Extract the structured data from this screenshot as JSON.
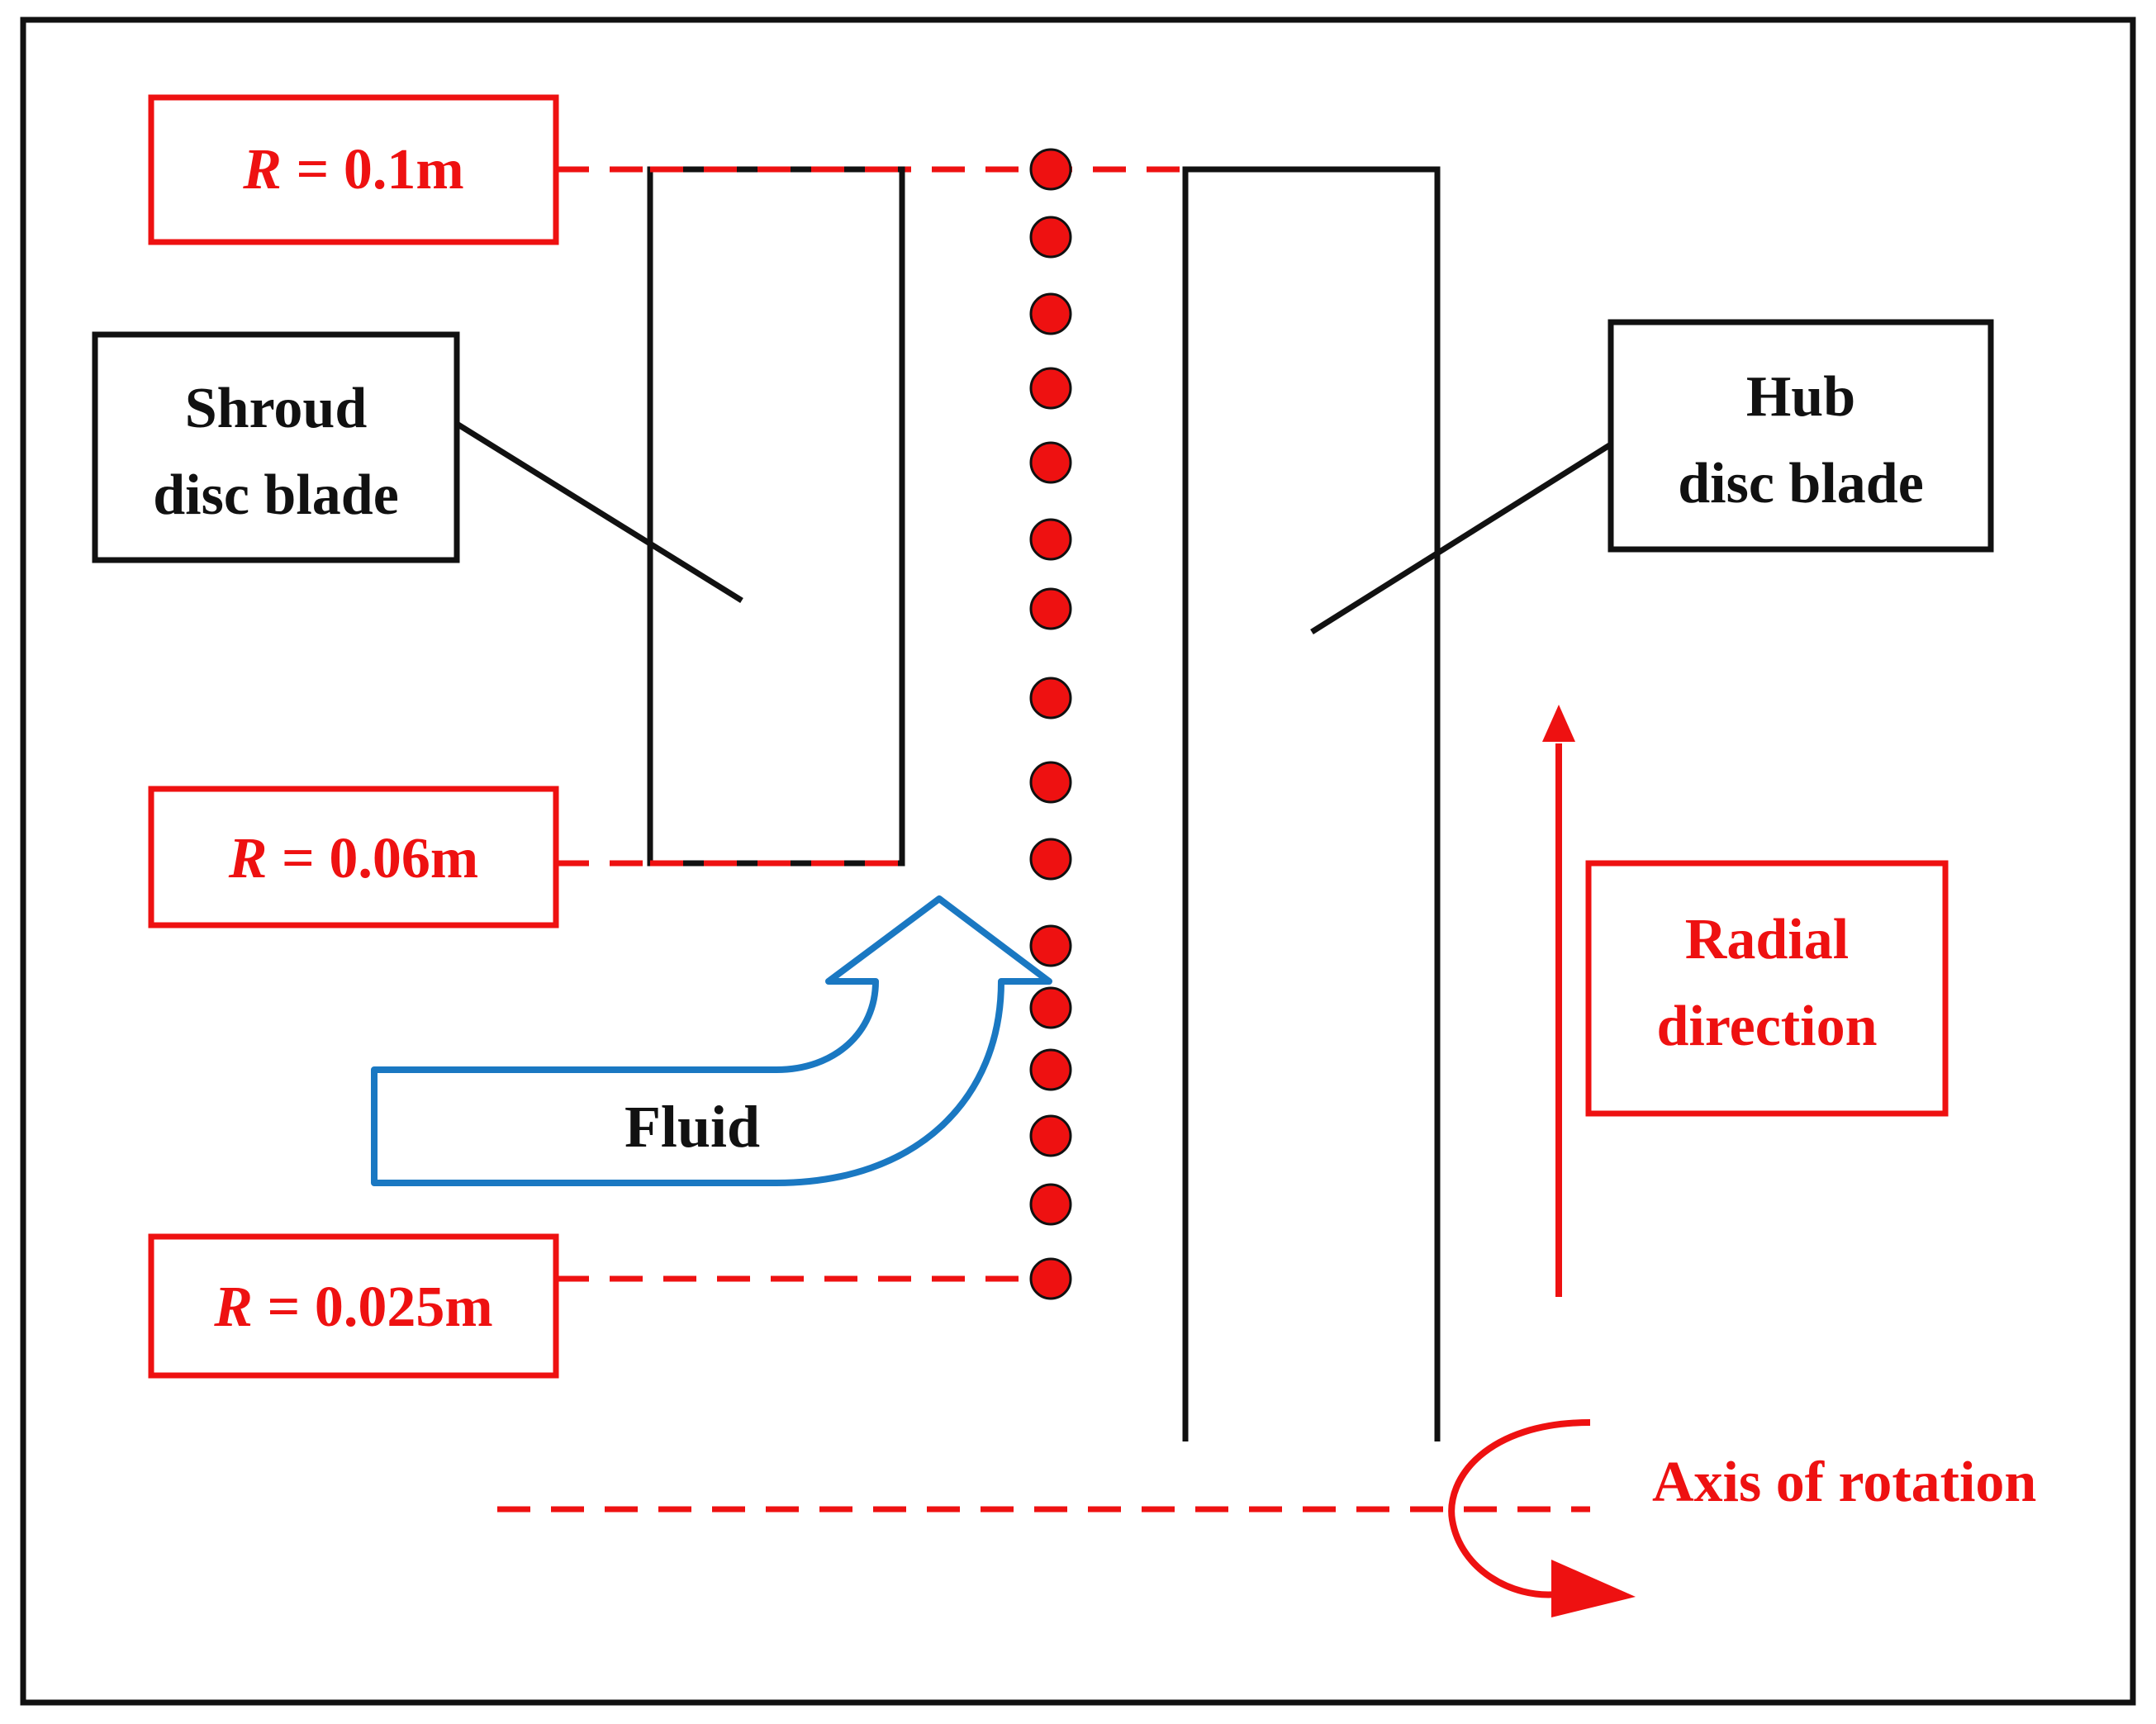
{
  "colors": {
    "red": "#ee1111",
    "black": "#111111",
    "blue": "#1a78c2",
    "white": "#ffffff"
  },
  "labels": {
    "r_top_var": "R",
    "r_top_rest": " = 0.1m",
    "r_mid_var": "R",
    "r_mid_rest": " = 0.06m",
    "r_bot_var": "R",
    "r_bot_rest": " = 0.025m",
    "shroud_line1": "Shroud",
    "shroud_line2": "disc blade",
    "hub_line1": "Hub",
    "hub_line2": "disc blade",
    "radial_line1": "Radial",
    "radial_line2": "direction",
    "fluid": "Fluid",
    "axis": "Axis of rotation"
  },
  "measurement_points": {
    "count": 16,
    "color": "#ee1111"
  }
}
